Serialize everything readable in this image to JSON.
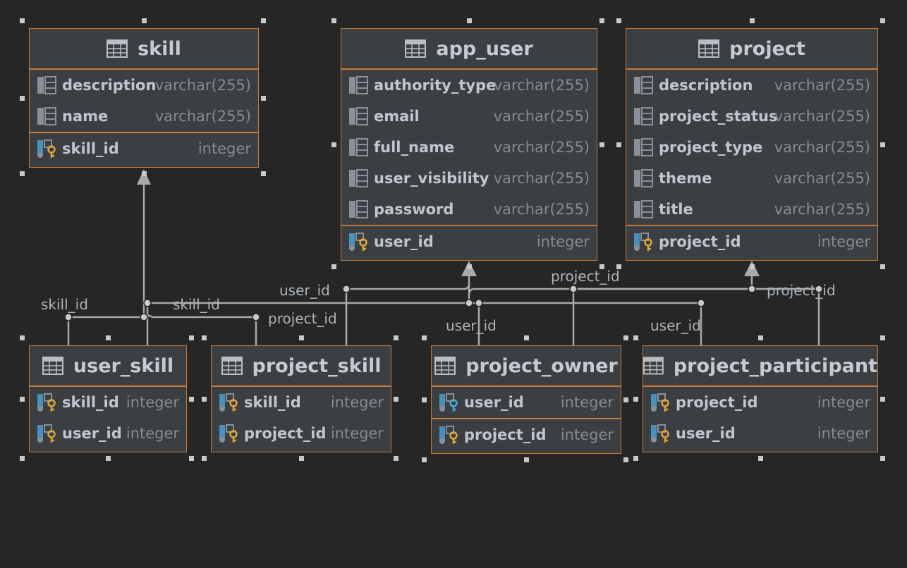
{
  "colors": {
    "background": "#262626",
    "table_bg": "#3c3f41",
    "border": "#c77a3a",
    "title": "#c4cbd4",
    "column_name": "#bfc6cf",
    "column_type": "#858b93",
    "connector": "#a9a9a9"
  },
  "icons": {
    "table": "table-icon",
    "column": "column-icon",
    "primary_key": "primary-key-icon",
    "foreign_key": "foreign-key-icon"
  },
  "tables": [
    {
      "id": "skill",
      "name": "skill",
      "columns": [
        {
          "name": "description",
          "type": "varchar(255)"
        },
        {
          "name": "name",
          "type": "varchar(255)"
        }
      ],
      "keys": [
        {
          "name": "skill_id",
          "type": "integer",
          "icon": "primary-key-icon"
        }
      ]
    },
    {
      "id": "app_user",
      "name": "app_user",
      "columns": [
        {
          "name": "authority_type",
          "type": "varchar(255)"
        },
        {
          "name": "email",
          "type": "varchar(255)"
        },
        {
          "name": "full_name",
          "type": "varchar(255)"
        },
        {
          "name": "user_visibility",
          "type": "varchar(255)"
        },
        {
          "name": "password",
          "type": "varchar(255)"
        }
      ],
      "keys": [
        {
          "name": "user_id",
          "type": "integer",
          "icon": "primary-key-icon"
        }
      ]
    },
    {
      "id": "project",
      "name": "project",
      "columns": [
        {
          "name": "description",
          "type": "varchar(255)"
        },
        {
          "name": "project_status",
          "type": "varchar(255)"
        },
        {
          "name": "project_type",
          "type": "varchar(255)"
        },
        {
          "name": "theme",
          "type": "varchar(255)"
        },
        {
          "name": "title",
          "type": "varchar(255)"
        }
      ],
      "keys": [
        {
          "name": "project_id",
          "type": "integer",
          "icon": "primary-key-icon"
        }
      ]
    },
    {
      "id": "user_skill",
      "name": "user_skill",
      "columns": [],
      "keys": [
        {
          "name": "skill_id",
          "type": "integer",
          "icon": "foreign-key-icon"
        },
        {
          "name": "user_id",
          "type": "integer",
          "icon": "foreign-key-icon"
        }
      ]
    },
    {
      "id": "project_skill",
      "name": "project_skill",
      "columns": [],
      "keys": [
        {
          "name": "skill_id",
          "type": "integer",
          "icon": "foreign-key-icon"
        },
        {
          "name": "project_id",
          "type": "integer",
          "icon": "foreign-key-icon"
        }
      ]
    },
    {
      "id": "project_owner",
      "name": "project_owner",
      "columns": [],
      "keys": [
        {
          "name": "user_id",
          "type": "integer",
          "icon": "foreign-key-icon"
        }
      ],
      "keys2": [
        {
          "name": "project_id",
          "type": "integer",
          "icon": "foreign-key-icon"
        }
      ]
    },
    {
      "id": "project_participant",
      "name": "project_participant",
      "columns": [],
      "keys": [
        {
          "name": "project_id",
          "type": "integer",
          "icon": "foreign-key-icon"
        },
        {
          "name": "user_id",
          "type": "integer",
          "icon": "foreign-key-icon"
        }
      ]
    }
  ],
  "relations": [
    {
      "label": "skill_id",
      "from": "user_skill",
      "to": "skill"
    },
    {
      "label": "skill_id",
      "from": "project_skill",
      "to": "skill"
    },
    {
      "label": "project_id",
      "from": "project_skill",
      "to": "project"
    },
    {
      "label": "user_id",
      "from": "user_skill",
      "to": "app_user"
    },
    {
      "label": "user_id",
      "from": "project_owner",
      "to": "app_user"
    },
    {
      "label": "project_id",
      "from": "project_owner",
      "to": "project"
    },
    {
      "label": "user_id",
      "from": "project_participant",
      "to": "app_user"
    },
    {
      "label": "project_id",
      "from": "project_participant",
      "to": "project"
    }
  ]
}
